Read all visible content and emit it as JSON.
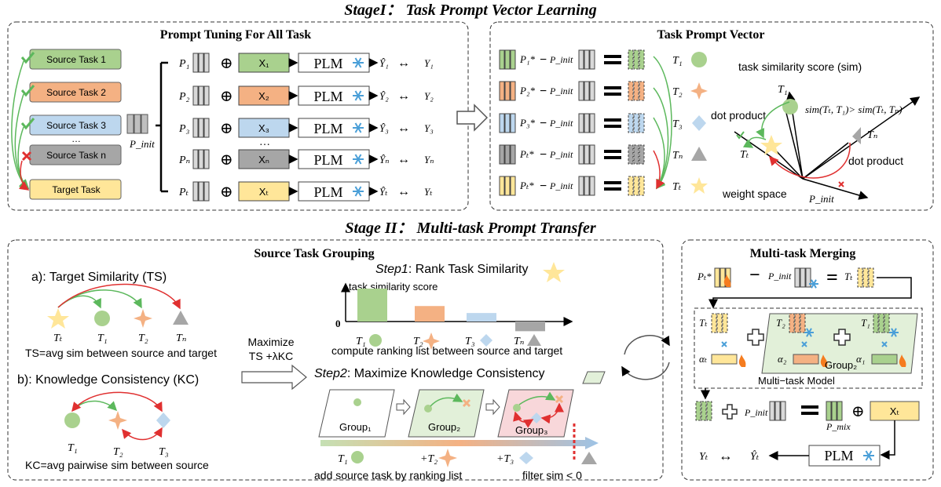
{
  "stage1_title": "StageI： Task Prompt Vector Learning",
  "stage2_title": "Stage II：  Multi-task Prompt Transfer",
  "prompt_tuning": {
    "title": "Prompt Tuning For All Task",
    "tasks": [
      "Source Task 1",
      "Source Task 2",
      "Source Task 3",
      "…",
      "Source Task n",
      "Target Task"
    ],
    "p_init": "P_init",
    "rows": [
      {
        "p": "P₁",
        "x": "X₁",
        "yhat": "Ŷ₁",
        "y": "Y₁"
      },
      {
        "p": "P₂",
        "x": "X₂",
        "yhat": "Ŷ₂",
        "y": "Y₂"
      },
      {
        "p": "P₃",
        "x": "X₃",
        "yhat": "Ŷ₃",
        "y": "Y₃"
      },
      {
        "p": "Pₙ",
        "x": "Xₙ",
        "yhat": "Ŷₙ",
        "y": "Yₙ"
      },
      {
        "p": "Pₜ",
        "x": "Xₜ",
        "yhat": "Ŷₜ",
        "y": "Yₜ"
      }
    ],
    "plm": "PLM",
    "dots": "…",
    "oplus": "⊕",
    "arrow": "↔"
  },
  "task_prompt_vector": {
    "title": "Task Prompt Vector",
    "rows": [
      {
        "p": "P₁*",
        "t": "T₁"
      },
      {
        "p": "P₂*",
        "t": "T₂"
      },
      {
        "p": "P₃*",
        "t": "T₃"
      },
      {
        "p": "Pₜ*",
        "t": "Tₙ"
      },
      {
        "p": "Pₜ*",
        "t": "Tₜ"
      }
    ],
    "minus": "−",
    "p_init": "P_init",
    "sim_score": "task similarity score (sim)",
    "t1": "T₁",
    "tn": "Tₙ",
    "tt": "Tₜ",
    "dot_product_left": "dot product",
    "dot_product_right": "dot product",
    "sim_compare": "sim(Tₜ, T₁)> sim(Tₜ, Tₙ)",
    "weight_space": "weight space",
    "p_init_label": "P_init"
  },
  "source_task_grouping": {
    "title": "Source Task Grouping",
    "ts_label": "a): Target Similarity (TS)",
    "ts_nodes": [
      "Tₜ",
      "T₁",
      "T₂",
      "Tₙ"
    ],
    "ts_def": "TS=avg sim between source and target",
    "kc_label": "b): Knowledge Consistency (KC)",
    "kc_nodes": [
      "T₁",
      "T₂",
      "T₃"
    ],
    "kc_def": "KC=avg pairwise sim between source",
    "maximize": "Maximize",
    "maximize2": "TS +λKC",
    "step1_prefix": "Step1",
    "step1_text": ": Rank Task Similarity",
    "bar_axis_label": "task similarity score",
    "zero": "0",
    "bar_labels": [
      "T₁",
      "T₂",
      "T₃",
      "Tₙ"
    ],
    "ranking_text": "compute ranking list between source and target",
    "step2_prefix": "Step2",
    "step2_text": ": Maximize Knowledge Consistency",
    "groups": [
      "Group₁",
      "Group₂",
      "Group₃"
    ],
    "add_labels": [
      "T₁",
      "+T₂",
      "+T₃"
    ],
    "add_source_text": "add source task by ranking list",
    "filter_text": "filter sim < 0"
  },
  "chart_data": {
    "type": "bar",
    "categories": [
      "T₁",
      "T₂",
      "T₃",
      "Tₙ"
    ],
    "values": [
      0.85,
      0.4,
      0.22,
      -0.25
    ],
    "colors": [
      "#a9d18e",
      "#f4b183",
      "#bdd7ee",
      "#a6a6a6"
    ],
    "ylabel": "task similarity score"
  },
  "multitask_merging": {
    "title": "Multi-task  Merging",
    "p_star": "Pₜ*",
    "minus": "−",
    "p_init": "P_init",
    "equals": "=",
    "tt": "Tₜ",
    "t2": "T₂",
    "t1": "T₁",
    "alpha_t": "αₜ",
    "alpha_2": "α₂",
    "alpha_1": "α₁",
    "group2": "Group₂",
    "model_label": "Multi−task  Model",
    "p_mix": "P_mix",
    "xt": "Xₜ",
    "plm": "PLM",
    "yt": "Yₜ",
    "yhat_t": "Ŷₜ"
  },
  "colors": {
    "green": "#a9d18e",
    "orange": "#f4b183",
    "blue": "#bdd7ee",
    "gray": "#a6a6a6",
    "yellow": "#ffe699",
    "red": "#e03030",
    "green_arrow": "#5cb85c"
  }
}
